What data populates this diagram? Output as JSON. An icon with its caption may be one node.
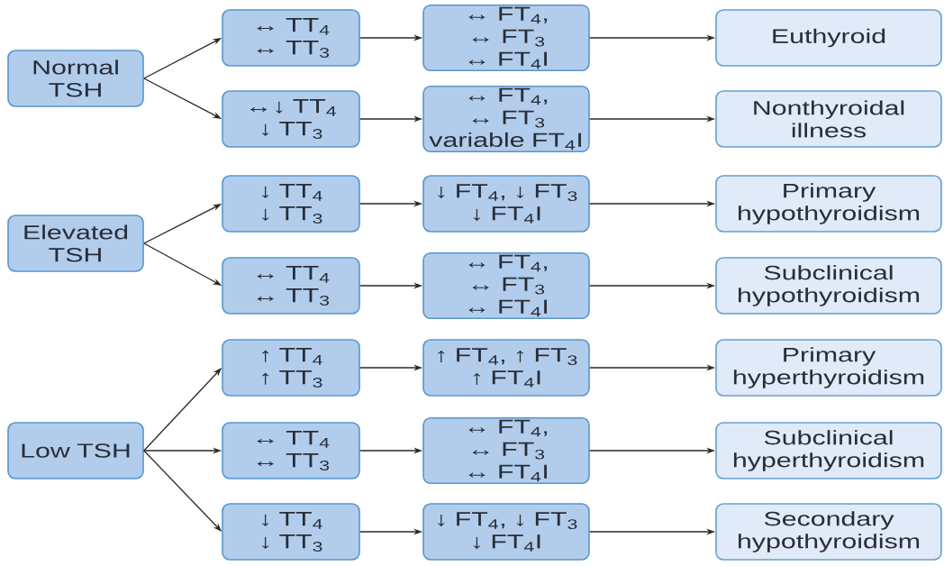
{
  "diagram": {
    "nodes": [
      {
        "text": [
          "Normal TSH"
        ]
      },
      {
        "text": [
          "↔ TT$_{4}$",
          "↔ TT$_{3}$"
        ]
      },
      {
        "text": [
          "↔ FT$_{4}$, ↔ FT$_{3}$",
          "↔ FT$_{4}$I"
        ]
      },
      {
        "text": [
          "Euthyroid"
        ]
      },
      {
        "text": [
          "↔↓ TT$_{4}$",
          "↓ TT$_{3}$"
        ]
      },
      {
        "text": [
          "↔ FT$_{4}$, ↔ FT$_{3}$",
          "variable FT$_{4}$I"
        ]
      },
      {
        "text": [
          "Nonthyroidal illness"
        ]
      },
      {
        "text": [
          "Elevated TSH"
        ]
      },
      {
        "text": [
          "↓ TT$_{4}$",
          "↓ TT$_{3}$"
        ]
      },
      {
        "text": [
          "↓ FT$_{4}$, ↓ FT$_{3}$",
          "↓ FT$_{4}$I"
        ]
      },
      {
        "text": [
          "Primary hypothyroidism"
        ]
      },
      {
        "text": [
          "↔ TT$_{4}$",
          "↔ TT$_{3}$"
        ]
      },
      {
        "text": [
          "↔ FT$_{4}$, ↔ FT$_{3}$",
          "↔ FT$_{4}$I"
        ]
      },
      {
        "text": [
          "Subclinical hypothyroidism"
        ]
      },
      {
        "text": [
          "Low TSH"
        ]
      },
      {
        "text": [
          "↑ TT$_{4}$",
          "↑ TT$_{3}$"
        ]
      },
      {
        "text": [
          "↑ FT$_{4}$, ↑ FT$_{3}$",
          "↑ FT$_{4}$I"
        ]
      },
      {
        "text": [
          "Primary hyperthyroidism"
        ]
      },
      {
        "text": [
          "↔ TT$_{4}$",
          "↔ TT$_{3}$"
        ]
      },
      {
        "text": [
          "↔ FT$_{4}$, ↔ FT$_{3}$",
          "↔ FT$_{4}$I"
        ]
      },
      {
        "text": [
          "Subclinical hyperthyroidism"
        ]
      },
      {
        "text": [
          "↓ TT$_{4}$",
          "↓ TT$_{3}$"
        ]
      },
      {
        "text": [
          "↓ FT$_{4}$, ↓ FT$_{3}$",
          "↓ FT$_{4}$I"
        ]
      },
      {
        "text": [
          "Secondary hypothyroidism"
        ]
      }
    ],
    "edges": [
      {
        "from": 0,
        "to": 1,
        "arrow": "to"
      },
      {
        "from": 0,
        "to": 4,
        "arrow": "to"
      },
      {
        "from": 1,
        "to": 2,
        "arrow": "to"
      },
      {
        "from": 2,
        "to": 3,
        "arrow": "to"
      },
      {
        "from": 4,
        "to": 5,
        "arrow": "to"
      },
      {
        "from": 5,
        "to": 6,
        "arrow": "to"
      },
      {
        "from": 7,
        "to": 8,
        "arrow": "to"
      },
      {
        "from": 7,
        "to": 11,
        "arrow": "to"
      },
      {
        "from": 8,
        "to": 9,
        "arrow": "to"
      },
      {
        "from": 9,
        "to": 10,
        "arrow": "to"
      },
      {
        "from": 11,
        "to": 12,
        "arrow": "to"
      },
      {
        "from": 12,
        "to": 13,
        "arrow": "to"
      },
      {
        "from": 14,
        "to": 15,
        "arrow": "to"
      },
      {
        "from": 14,
        "to": 18,
        "arrow": "to"
      },
      {
        "from": 14,
        "to": 21,
        "arrow": "to"
      },
      {
        "from": 15,
        "to": 16,
        "arrow": "to"
      },
      {
        "from": 16,
        "to": 17,
        "arrow": "to"
      },
      {
        "from": 18,
        "to": 19,
        "arrow": "to"
      },
      {
        "from": 19,
        "to": 20,
        "arrow": "to"
      },
      {
        "from": 21,
        "to": 22,
        "arrow": "to"
      },
      {
        "from": 22,
        "to": 23,
        "arrow": "to"
      }
    ]
  }
}
